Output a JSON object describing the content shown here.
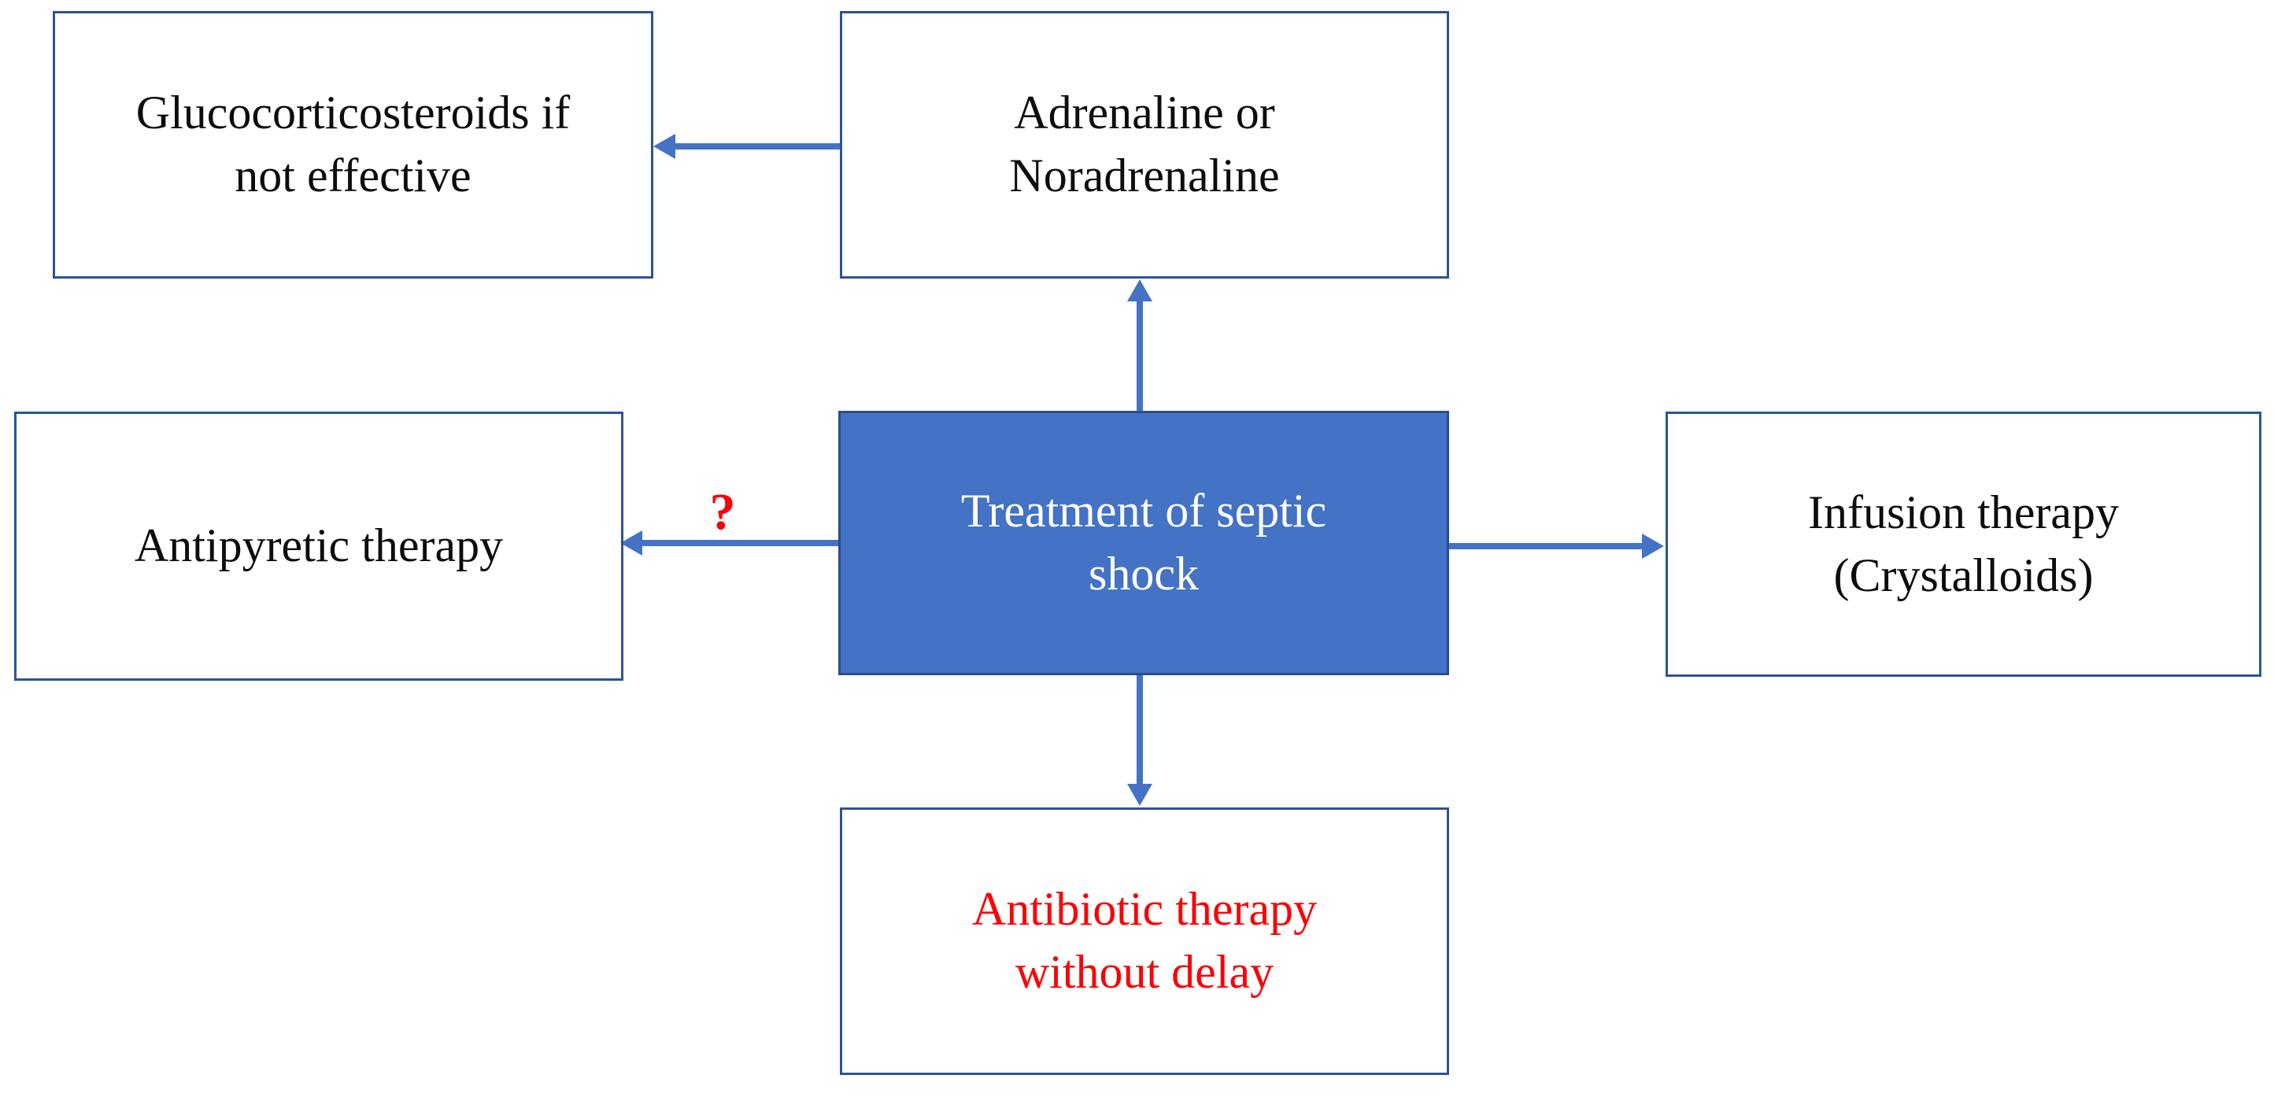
{
  "figure": {
    "kind": "flowchart",
    "background": "#FFFFFF",
    "colors": {
      "accent_blue_fill": "#4472C4",
      "box_border_blue": "#2E5395",
      "arrow_blue": "#4472C4",
      "text_black": "#0D0D0D",
      "text_red": "#FB0207",
      "text_white": "#FFFFFF"
    },
    "nodes": {
      "treatment": {
        "label": "Treatment of septic\nshock",
        "role": "central",
        "fill": "#4472C4",
        "text_color": "#FFFFFF"
      },
      "adrenaline": {
        "label": "Adrenaline or\nNoradrenaline",
        "fill": "#FFFFFF",
        "text_color": "#0D0D0D"
      },
      "glucocorticosteroids": {
        "label": "Glucocorticosteroids if\nnot effective",
        "fill": "#FFFFFF",
        "text_color": "#0D0D0D"
      },
      "antipyretic": {
        "label": "Antipyretic therapy",
        "fill": "#FFFFFF",
        "text_color": "#0D0D0D"
      },
      "infusion": {
        "label": "Infusion therapy\n(Crystalloids)",
        "fill": "#FFFFFF",
        "text_color": "#0D0D0D"
      },
      "antibiotic": {
        "label": "Antibiotic therapy\nwithout delay",
        "fill": "#FFFFFF",
        "text_color": "#FB0207"
      }
    },
    "edges": [
      {
        "from": "treatment",
        "to": "adrenaline",
        "direction": "up",
        "label": ""
      },
      {
        "from": "adrenaline",
        "to": "glucocorticosteroids",
        "direction": "left",
        "label": ""
      },
      {
        "from": "treatment",
        "to": "antipyretic",
        "direction": "left",
        "label": "?"
      },
      {
        "from": "treatment",
        "to": "infusion",
        "direction": "right",
        "label": ""
      },
      {
        "from": "treatment",
        "to": "antibiotic",
        "direction": "down",
        "label": ""
      }
    ],
    "edge_label_question": "?"
  }
}
